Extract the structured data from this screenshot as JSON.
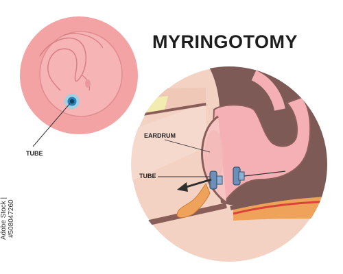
{
  "title": "MYRINGOTOMY",
  "labels": {
    "tube_small": "TUBE",
    "eardrum": "EARDRUM",
    "tube": "TUBE"
  },
  "stock_id": "Adobe Stock | #508047260",
  "colors": {
    "skin": "#f2d3c5",
    "eardrum_pink": "#f5a9ab",
    "tissue_brown": "#7d5a56",
    "tube_blue": "#6b8fb8",
    "arrow": "#3a3a3a",
    "fluid_orange": "#eea25a",
    "yellow_patch": "#f3ecb0"
  }
}
